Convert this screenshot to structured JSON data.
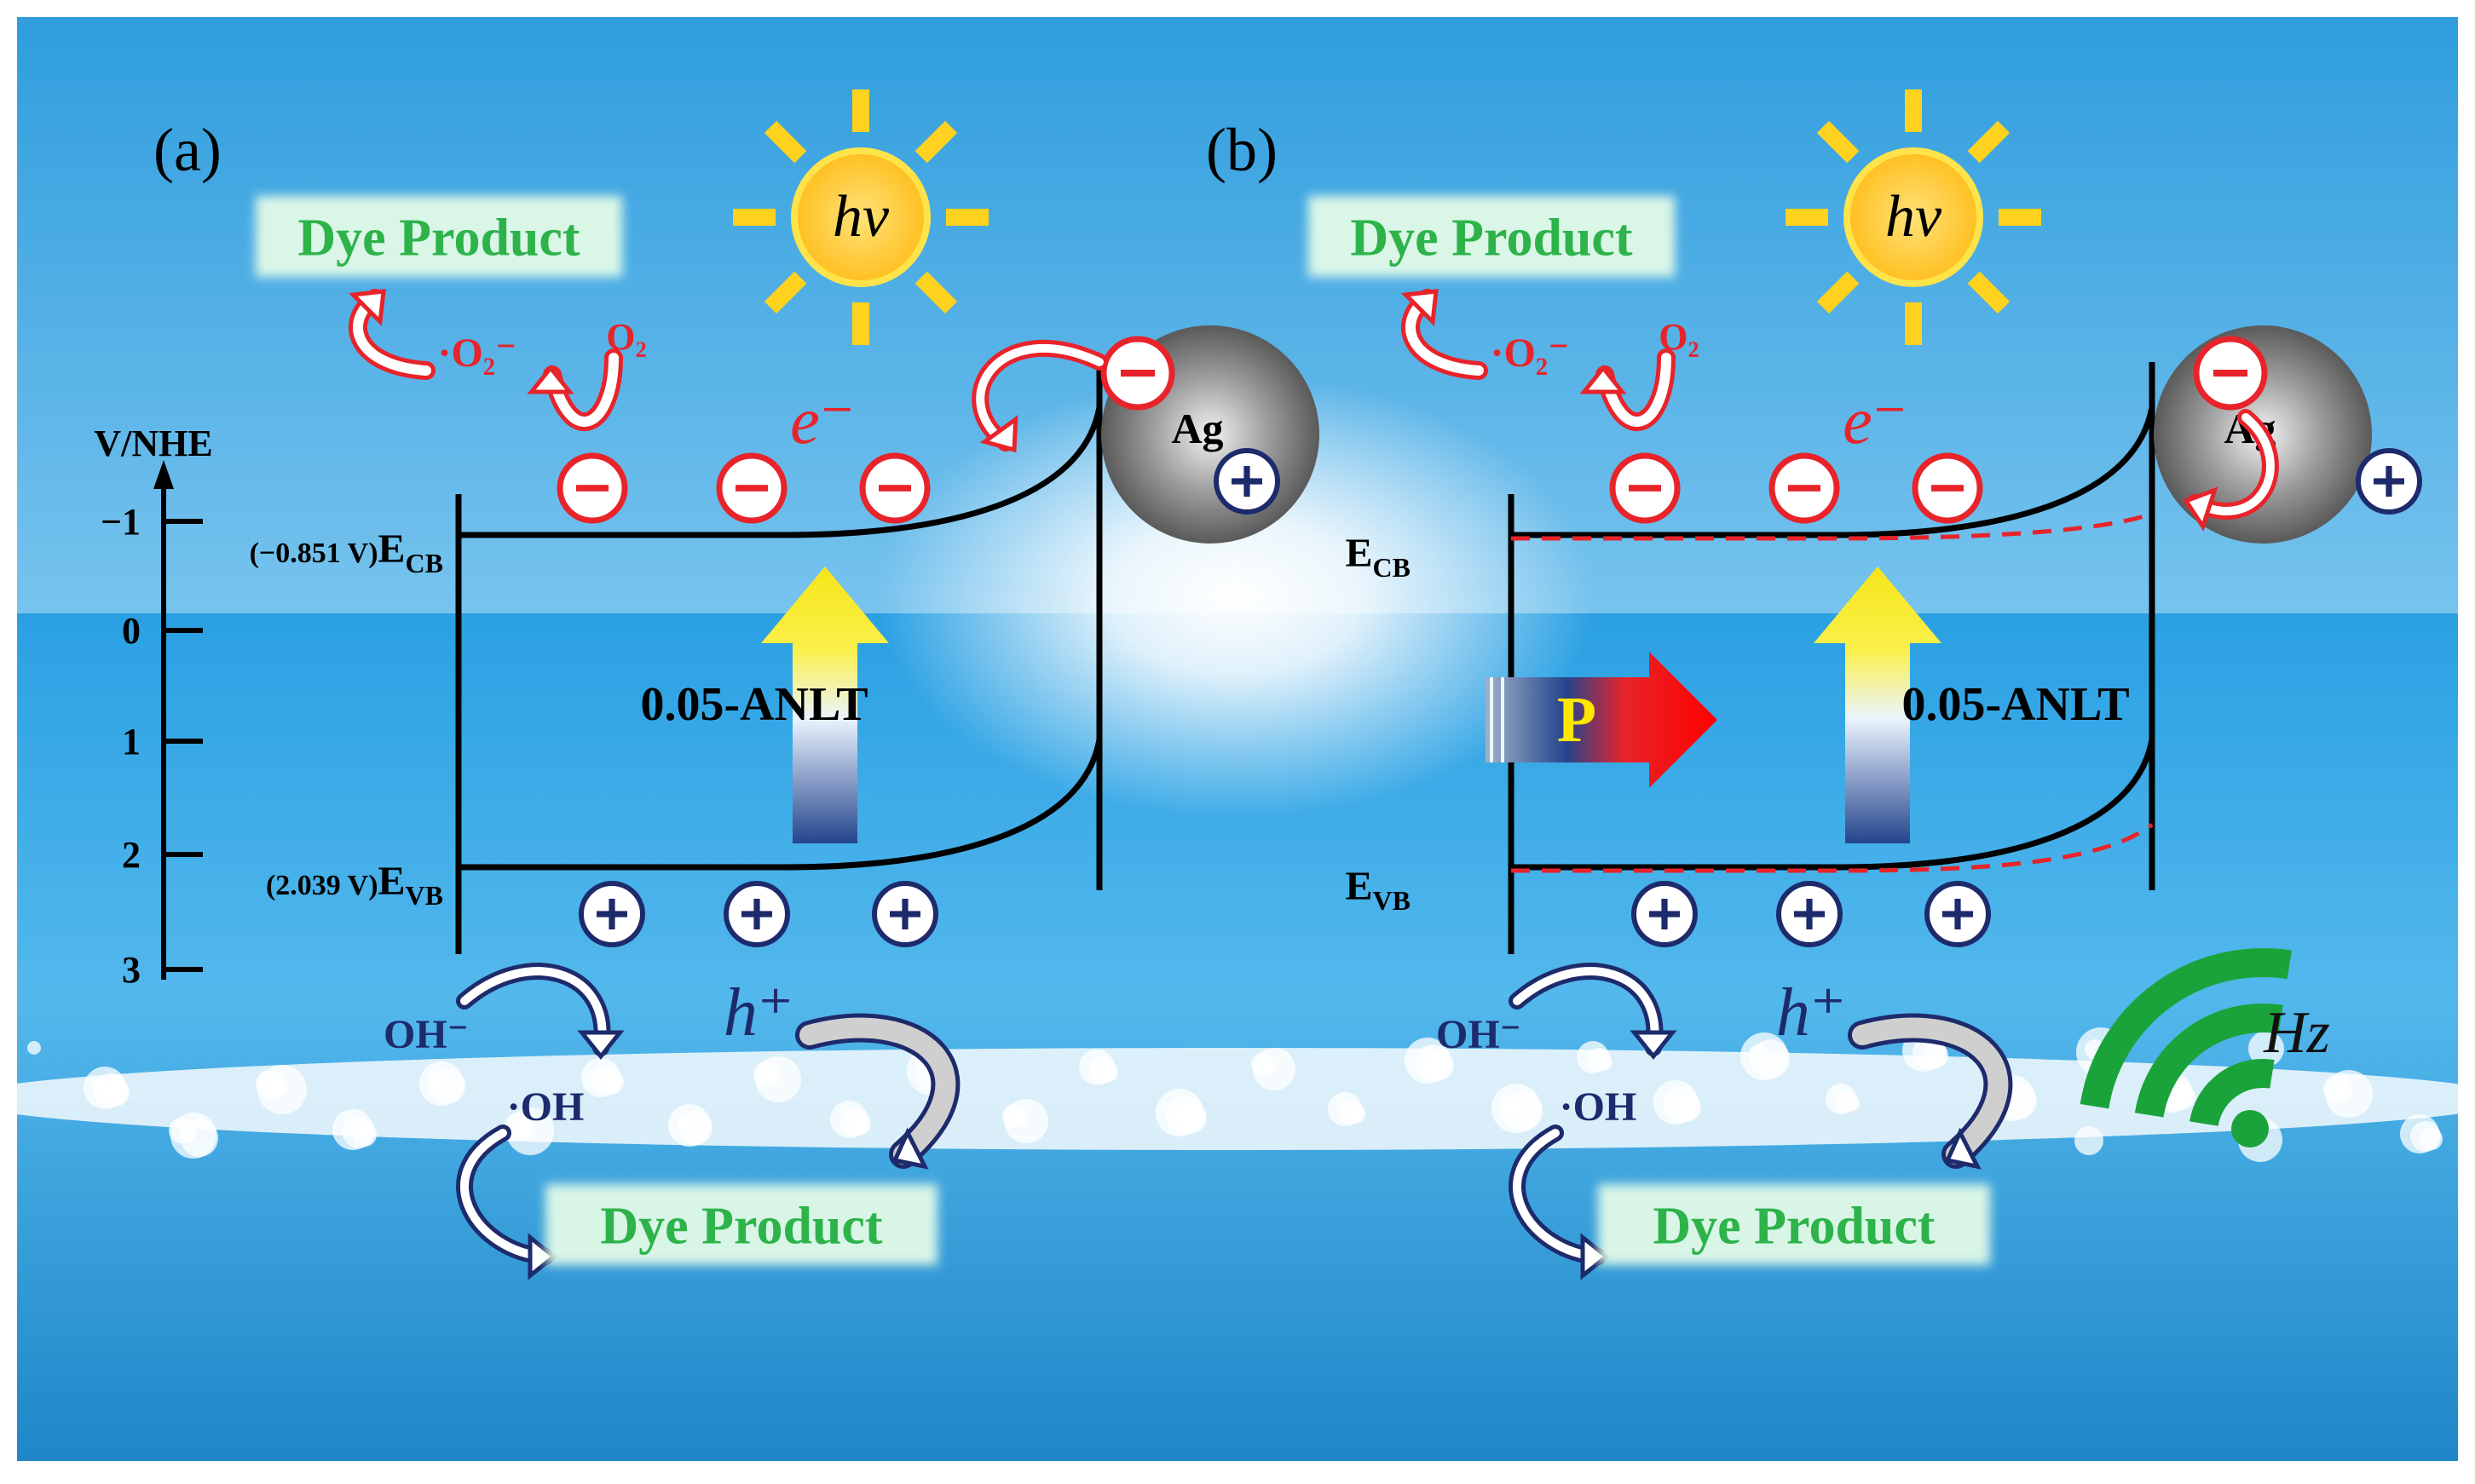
{
  "panels": [
    {
      "label": "(a)",
      "sun_label": "hv",
      "top_product": "Dye Product",
      "superoxide": "·O₂⁻",
      "oxygen": "O₂",
      "electron": "e⁻",
      "metal": "Ag",
      "material": "0.05-ANLT",
      "cb_label": "(−0.851 V)E",
      "cb_sub": "CB",
      "vb_label": "(2.039 V)E",
      "vb_sub": "VB",
      "hole": "h⁺",
      "hydroxide": "OH⁻",
      "hydroxyl": "·OH",
      "bottom_product": "Dye Product"
    },
    {
      "label": "(b)",
      "sun_label": "hv",
      "top_product": "Dye Product",
      "superoxide": "·O₂⁻",
      "oxygen": "O₂",
      "electron": "e⁻",
      "metal": "Ag",
      "material": "0.05-ANLT",
      "cb_label": "E",
      "cb_sub": "CB",
      "vb_label": "E",
      "vb_sub": "VB",
      "hole": "h⁺",
      "hydroxide": "OH⁻",
      "hydroxyl": "·OH",
      "bottom_product": "Dye Product",
      "polarization": "P",
      "frequency": "Hz"
    }
  ],
  "axis": {
    "title": "V/NHE",
    "ticks": [
      "−1",
      "0",
      "1",
      "2",
      "3"
    ]
  },
  "colors": {
    "sky": "#3fa6e0",
    "sea": "#1e8fd0",
    "product_green": "#2db34a",
    "electron_red": "#e8232a",
    "hole_navy": "#1d2a6b",
    "arrow_yellow": "#f4e81a",
    "wifi_green": "#1aa33a"
  }
}
